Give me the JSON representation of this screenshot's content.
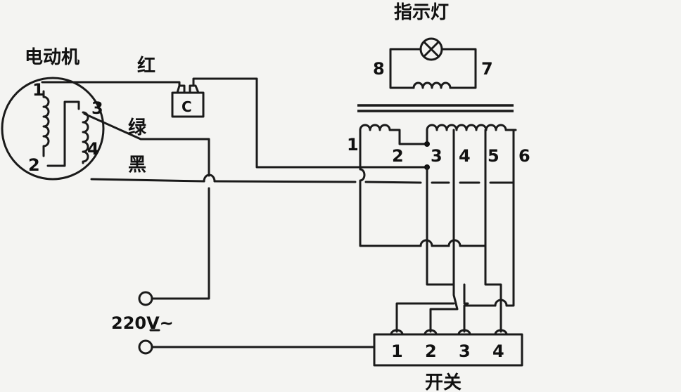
{
  "labels": {
    "motor": "电动机",
    "red": "红",
    "green": "绿",
    "black": "黑",
    "capacitor": "C",
    "indicator_lamp": "指示灯",
    "switch": "开关",
    "voltage": "220V~"
  },
  "motor_terminals": [
    "1",
    "2",
    "3",
    "4"
  ],
  "lamp_terminals": [
    "8",
    "7"
  ],
  "transformer_taps": [
    "1",
    "2",
    "3",
    "4",
    "5",
    "6"
  ],
  "switch_terminals": [
    "1",
    "2",
    "3",
    "4"
  ]
}
